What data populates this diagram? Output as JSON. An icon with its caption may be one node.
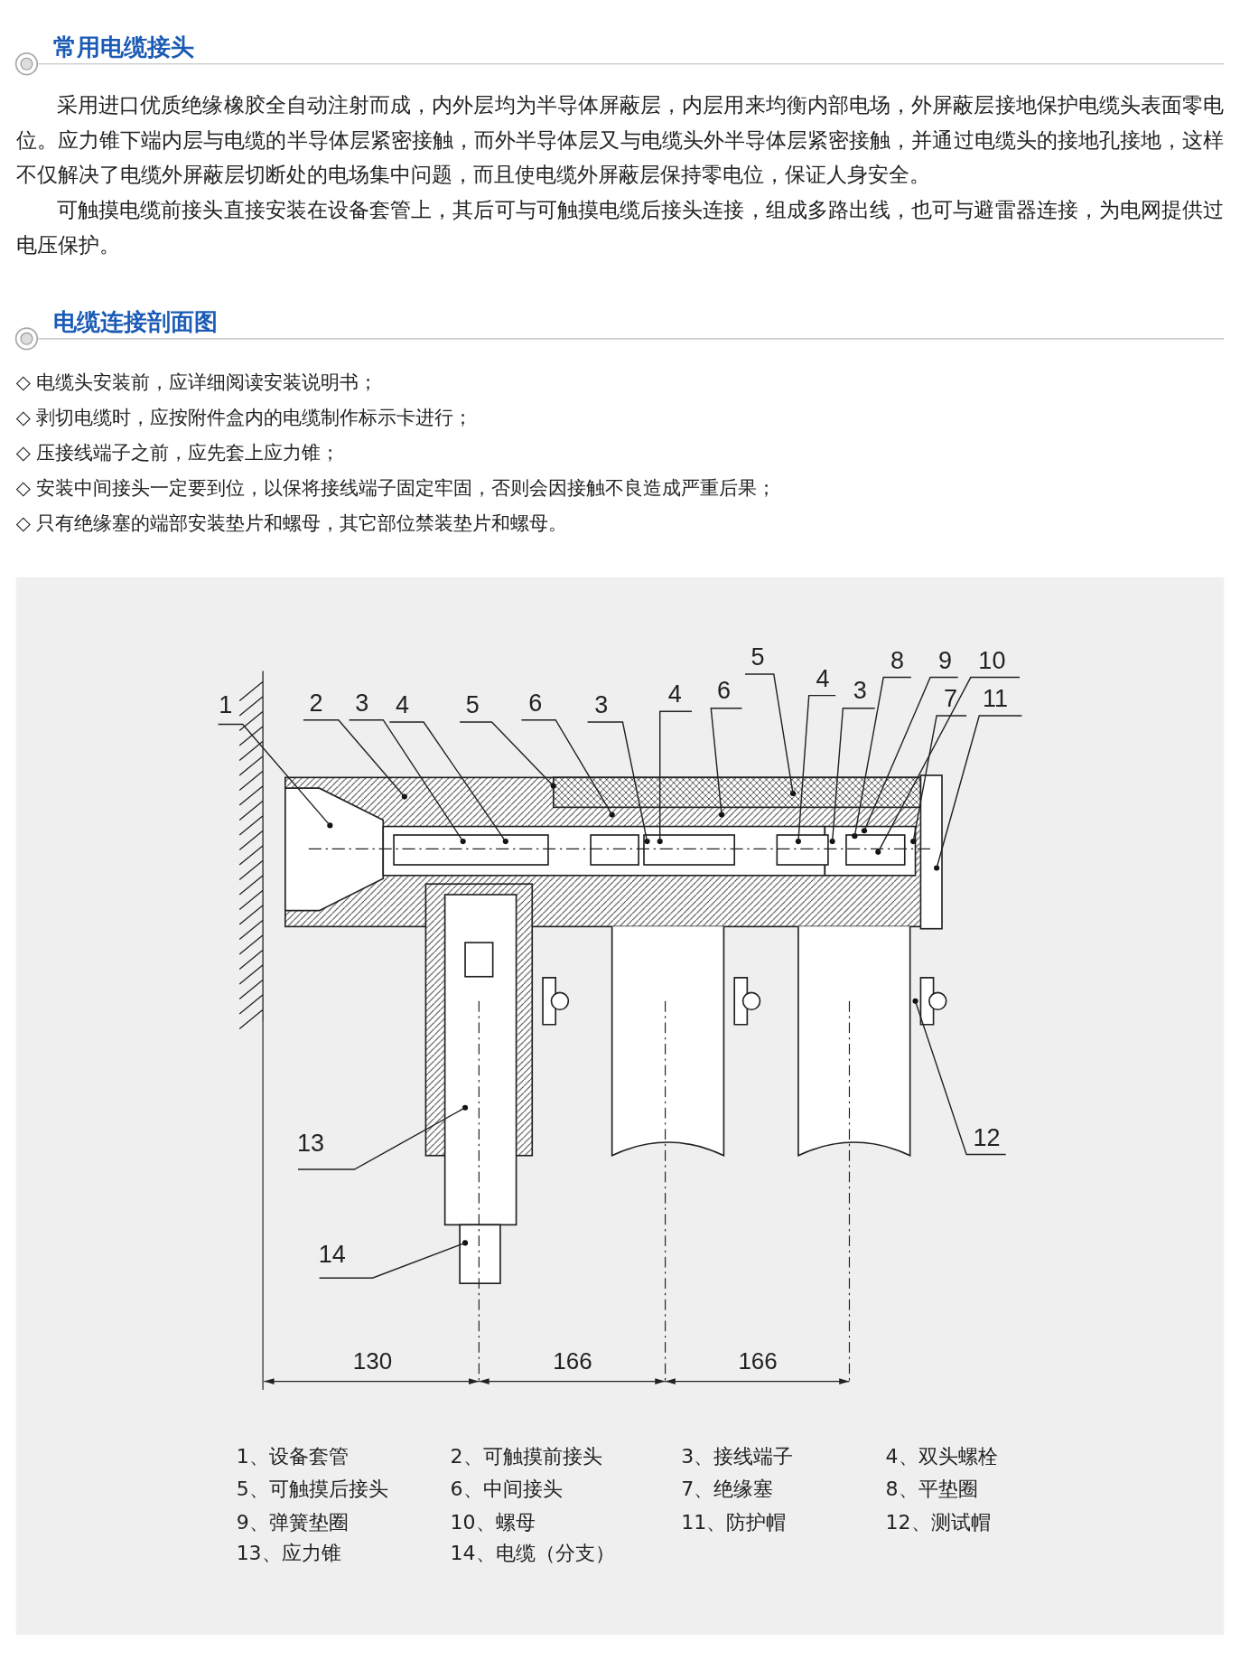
{
  "diagram": {
    "nodes": [
      {
        "text": [
          "1"
        ]
      },
      {
        "text": [
          "2"
        ]
      },
      {
        "text": [
          "3"
        ]
      },
      {
        "text": [
          "4"
        ]
      },
      {
        "text": [
          "5"
        ]
      },
      {
        "text": [
          "6"
        ]
      },
      {
        "text": [
          "3"
        ]
      },
      {
        "text": [
          "4"
        ]
      },
      {
        "text": [
          "6"
        ]
      },
      {
        "text": [
          "5"
        ]
      },
      {
        "text": [
          "4"
        ]
      },
      {
        "text": [
          "3"
        ]
      },
      {
        "text": [
          "8"
        ]
      },
      {
        "text": [
          "9"
        ]
      },
      {
        "text": [
          "10"
        ]
      },
      {
        "text": [
          "7"
        ]
      },
      {
        "text": [
          "11"
        ]
      },
      {
        "text": [
          "12"
        ]
      },
      {
        "text": [
          "13"
        ]
      },
      {
        "text": [
          "14"
        ]
      }
    ],
    "edges": [
      {
        "from": 0,
        "to": null,
        "arrow": "none"
      },
      {
        "from": 1,
        "to": null,
        "arrow": "none"
      },
      {
        "from": 2,
        "to": null,
        "arrow": "none"
      },
      {
        "from": 3,
        "to": null,
        "arrow": "none"
      },
      {
        "from": 4,
        "to": null,
        "arrow": "none"
      },
      {
        "from": 5,
        "to": null,
        "arrow": "none"
      },
      {
        "from": 6,
        "to": null,
        "arrow": "none"
      },
      {
        "from": 7,
        "to": null,
        "arrow": "none"
      },
      {
        "from": 8,
        "to": null,
        "arrow": "none"
      },
      {
        "from": 9,
        "to": null,
        "arrow": "none"
      },
      {
        "from": 10,
        "to": null,
        "arrow": "none"
      },
      {
        "from": 11,
        "to": null,
        "arrow": "none"
      },
      {
        "from": 12,
        "to": null,
        "arrow": "none"
      },
      {
        "from": 13,
        "to": null,
        "arrow": "none"
      },
      {
        "from": 14,
        "to": null,
        "arrow": "none"
      },
      {
        "from": 15,
        "to": null,
        "arrow": "none"
      },
      {
        "from": 16,
        "to": null,
        "arrow": "none"
      },
      {
        "from": 17,
        "to": null,
        "arrow": "none"
      },
      {
        "from": 18,
        "to": null,
        "arrow": "none"
      },
      {
        "from": 19,
        "to": null,
        "arrow": "none"
      }
    ],
    "labels": [
      "常用电缆接头",
      "采用进口优质绝缘橡胶全自动注射而成，内外层均为半导体屏蔽层，内层用来均衡内部电场，外屏蔽层接地保护电缆头表面零电位。应力锥下端内层与电缆的半导体层紧密接触，而外半导体层又与电缆头外半导体层紧密接触，并通过电缆头的接地孔接地，这样不仅解决了电缆外屏蔽层切断处的电场集中问题，而且使电缆外屏蔽层保持零电位，保证人身安全。",
      "可触摸电缆前接头直接安装在设备套管上，其后可与可触摸电缆后接头连接，组成多路出线，也可与避雷器连接，为电网提供过电压保护。",
      "电缆连接剖面图",
      "◇ 电缆头安装前，应详细阅读安装说明书；",
      "◇ 剥切电缆时，应按附件盒内的电缆制作标示卡进行；",
      "◇ 压接线端子之前，应先套上应力锥；",
      "◇ 安装中间接头一定要到位，以保将接线端子固定牢固，否则会因接触不良造成严重后果；",
      "◇ 只有绝缘塞的端部安装垫片和螺母，其它部位禁装垫片和螺母。",
      "130",
      "166",
      "166",
      "1、设备套管",
      "2、可触摸前接头",
      "3、接线端子",
      "4、双头螺栓",
      "5、可触摸后接头",
      "6、中间接头",
      "7、绝缘塞",
      "8、平垫圈",
      "9、弹簧垫圈",
      "10、螺母",
      "11、防护帽",
      "12、测试帽",
      "13、应力锥",
      "14、电缆（分支）"
    ]
  }
}
